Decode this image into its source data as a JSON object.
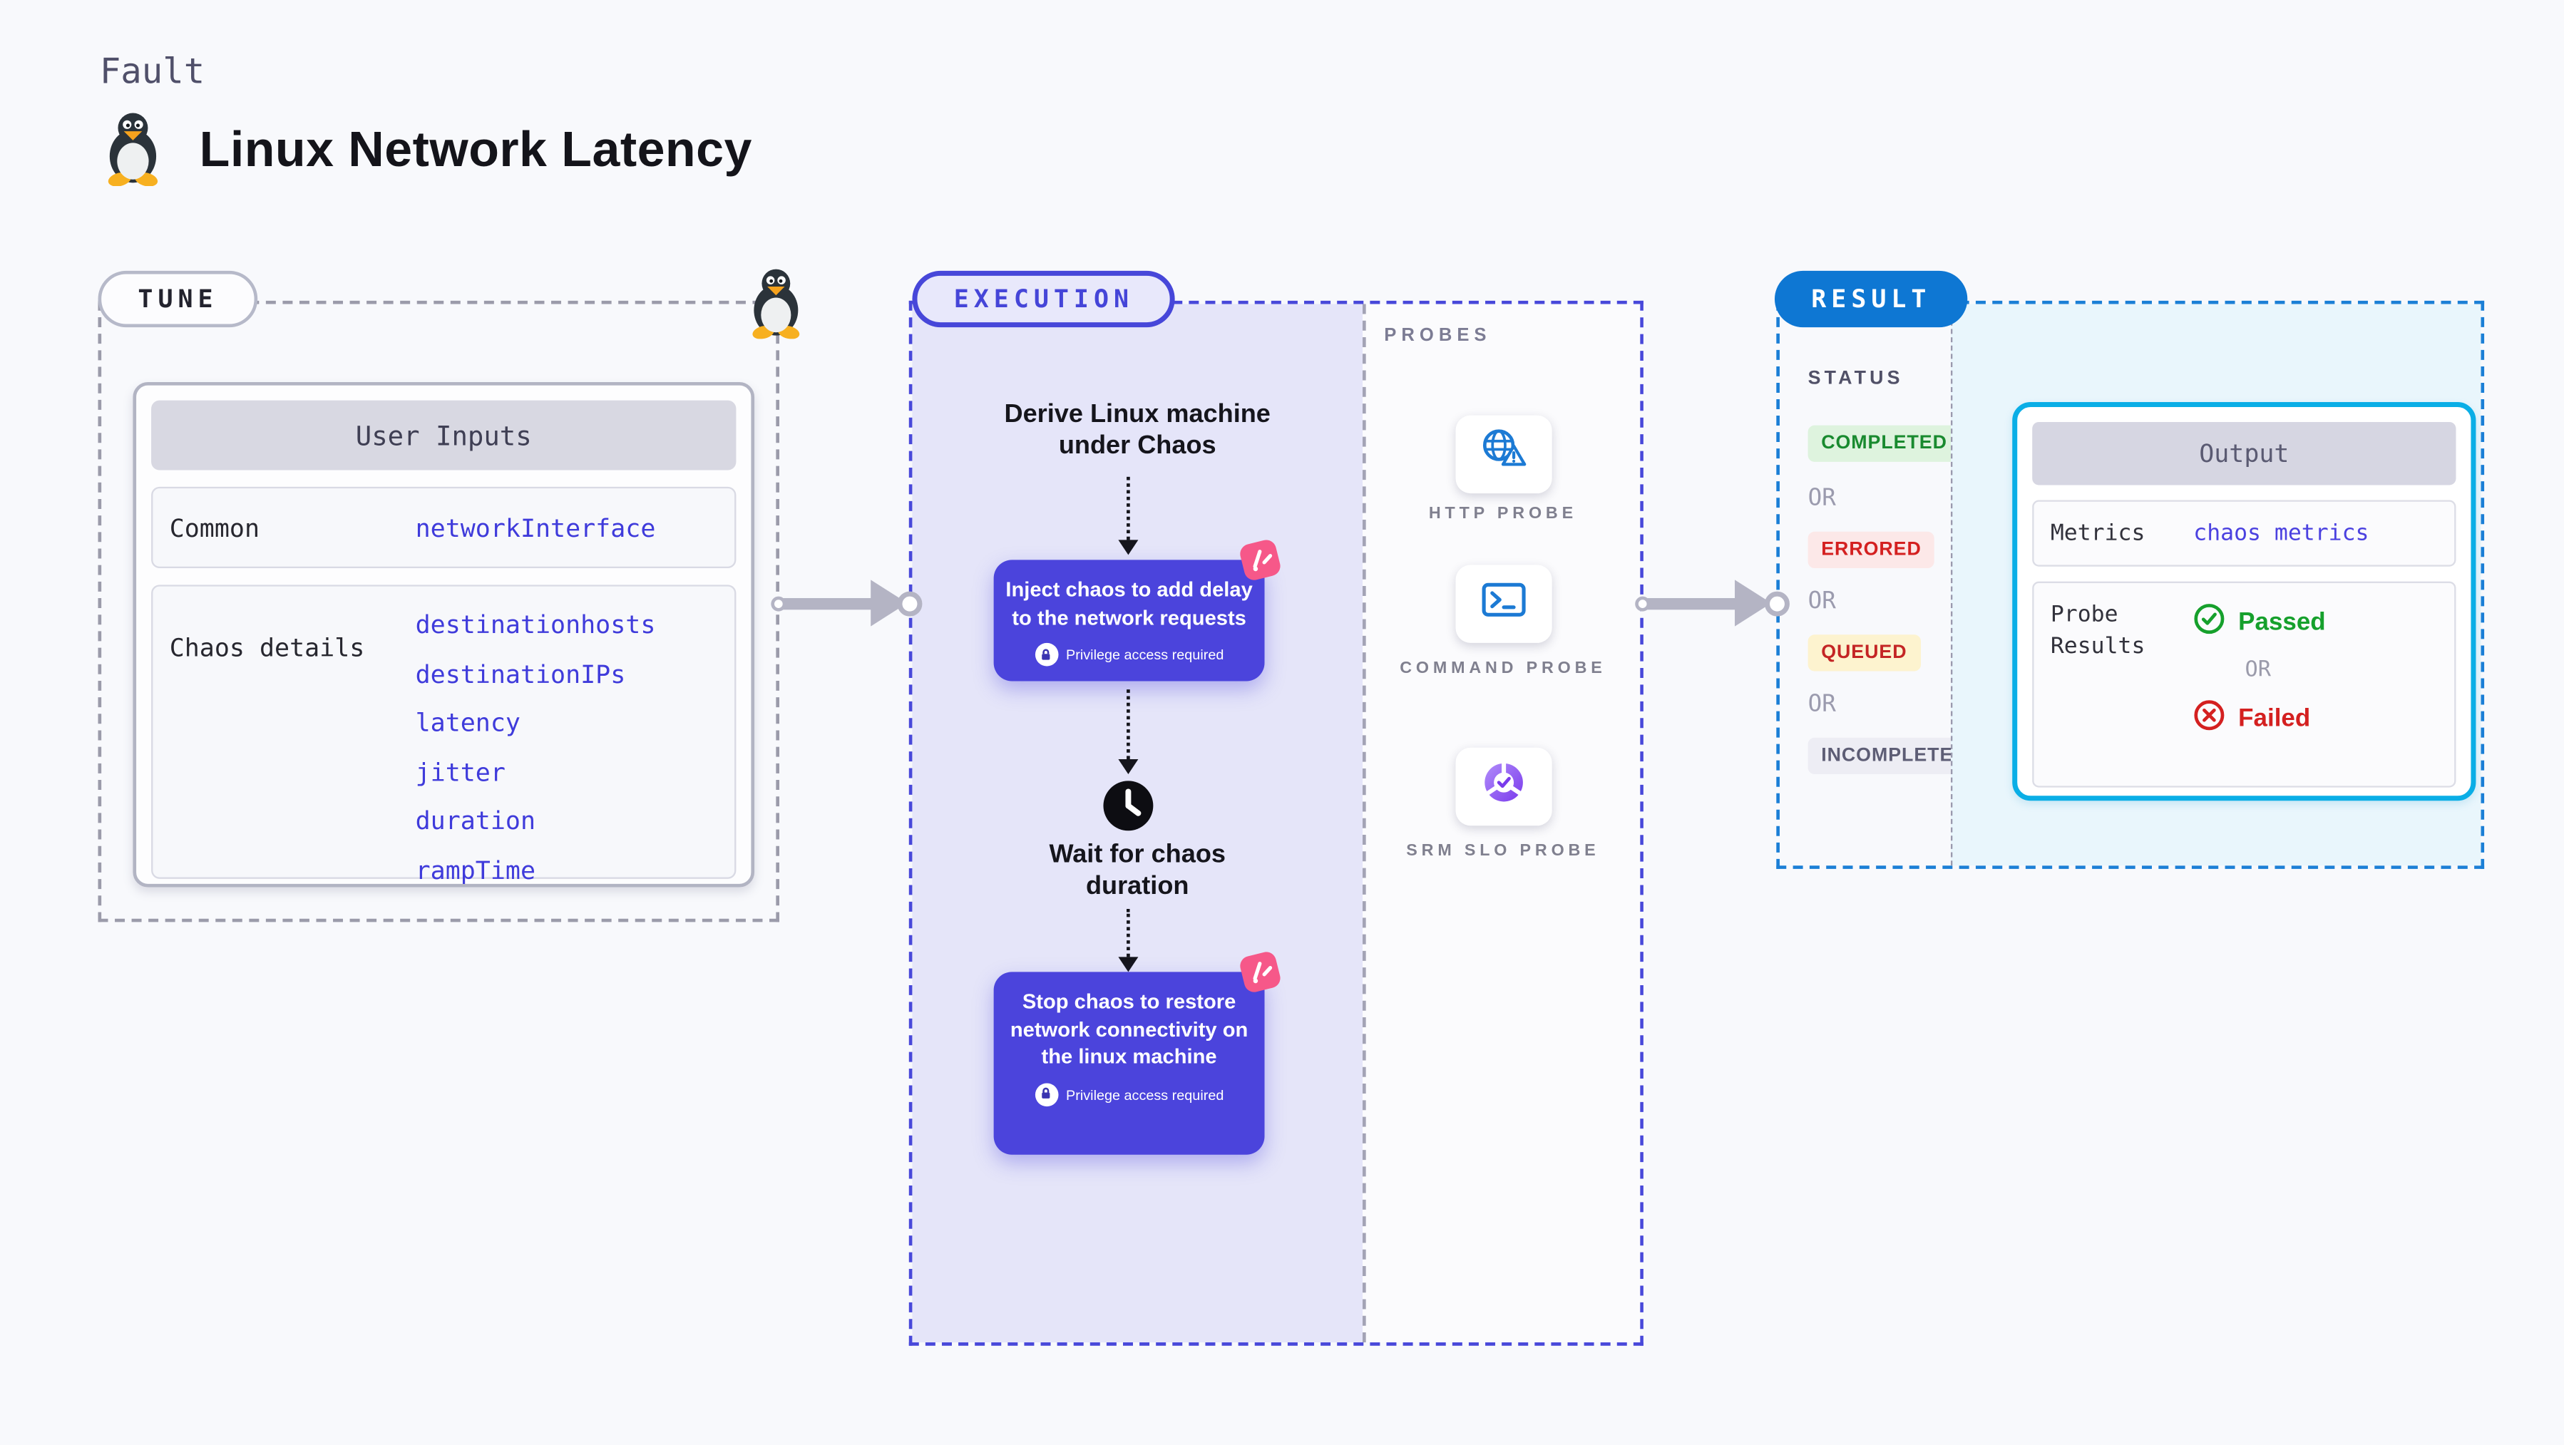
{
  "page": {
    "kicker": "Fault",
    "title": "Linux Network Latency"
  },
  "tune": {
    "pill": "TUNE",
    "user_inputs": {
      "header": "User Inputs",
      "rows": [
        {
          "label": "Common",
          "values": [
            "networkInterface"
          ]
        },
        {
          "label": "Chaos details",
          "values": [
            "destinationhosts",
            "destinationIPs",
            "latency",
            "jitter",
            "duration",
            "rampTime"
          ]
        }
      ]
    }
  },
  "execution": {
    "pill": "EXECUTION",
    "steps": {
      "derive": "Derive Linux machine\nunder Chaos",
      "inject": "Inject chaos to add delay to the network requests",
      "wait": "Wait for chaos\nduration",
      "stop": "Stop chaos to restore network connectivity on the linux machine",
      "privilege_note": "Privilege access required"
    },
    "probes": {
      "heading": "PROBES",
      "items": [
        {
          "label": "HTTP PROBE",
          "icon": "globe-alert-icon"
        },
        {
          "label": "COMMAND PROBE",
          "icon": "terminal-icon"
        },
        {
          "label": "SRM SLO PROBE",
          "icon": "slo-donut-icon"
        }
      ]
    }
  },
  "result": {
    "pill": "RESULT",
    "status": {
      "heading": "STATUS",
      "or": "OR",
      "badges": [
        {
          "label": "COMPLETED",
          "kind": "success"
        },
        {
          "label": "ERRORED",
          "kind": "error"
        },
        {
          "label": "QUEUED",
          "kind": "warning"
        },
        {
          "label": "INCOMPLETED",
          "kind": "neutral"
        }
      ]
    },
    "output": {
      "header": "Output",
      "metrics_label": "Metrics",
      "metrics_value": "chaos metrics",
      "probe_results_label": "Probe\nResults",
      "passed": "Passed",
      "or": "OR",
      "failed": "Failed"
    }
  },
  "colors": {
    "node_indigo": "#4b44dc",
    "chaos_pink": "#f65889",
    "execution_accent": "#4747d9",
    "execution_bg": "#e5e5f9",
    "result_accent": "#0e77d3",
    "result_border": "#1b7fd6",
    "output_border": "#0aaee6",
    "output_bg": "#e9f6fc",
    "probe_icon_blue": "#1c7ad4",
    "success_green": "#16a02c",
    "error_red": "#d42020",
    "warning_bg": "#fdf3cf",
    "value_blue": "#3f3bdb",
    "connector_gray": "#b4b4c4"
  }
}
